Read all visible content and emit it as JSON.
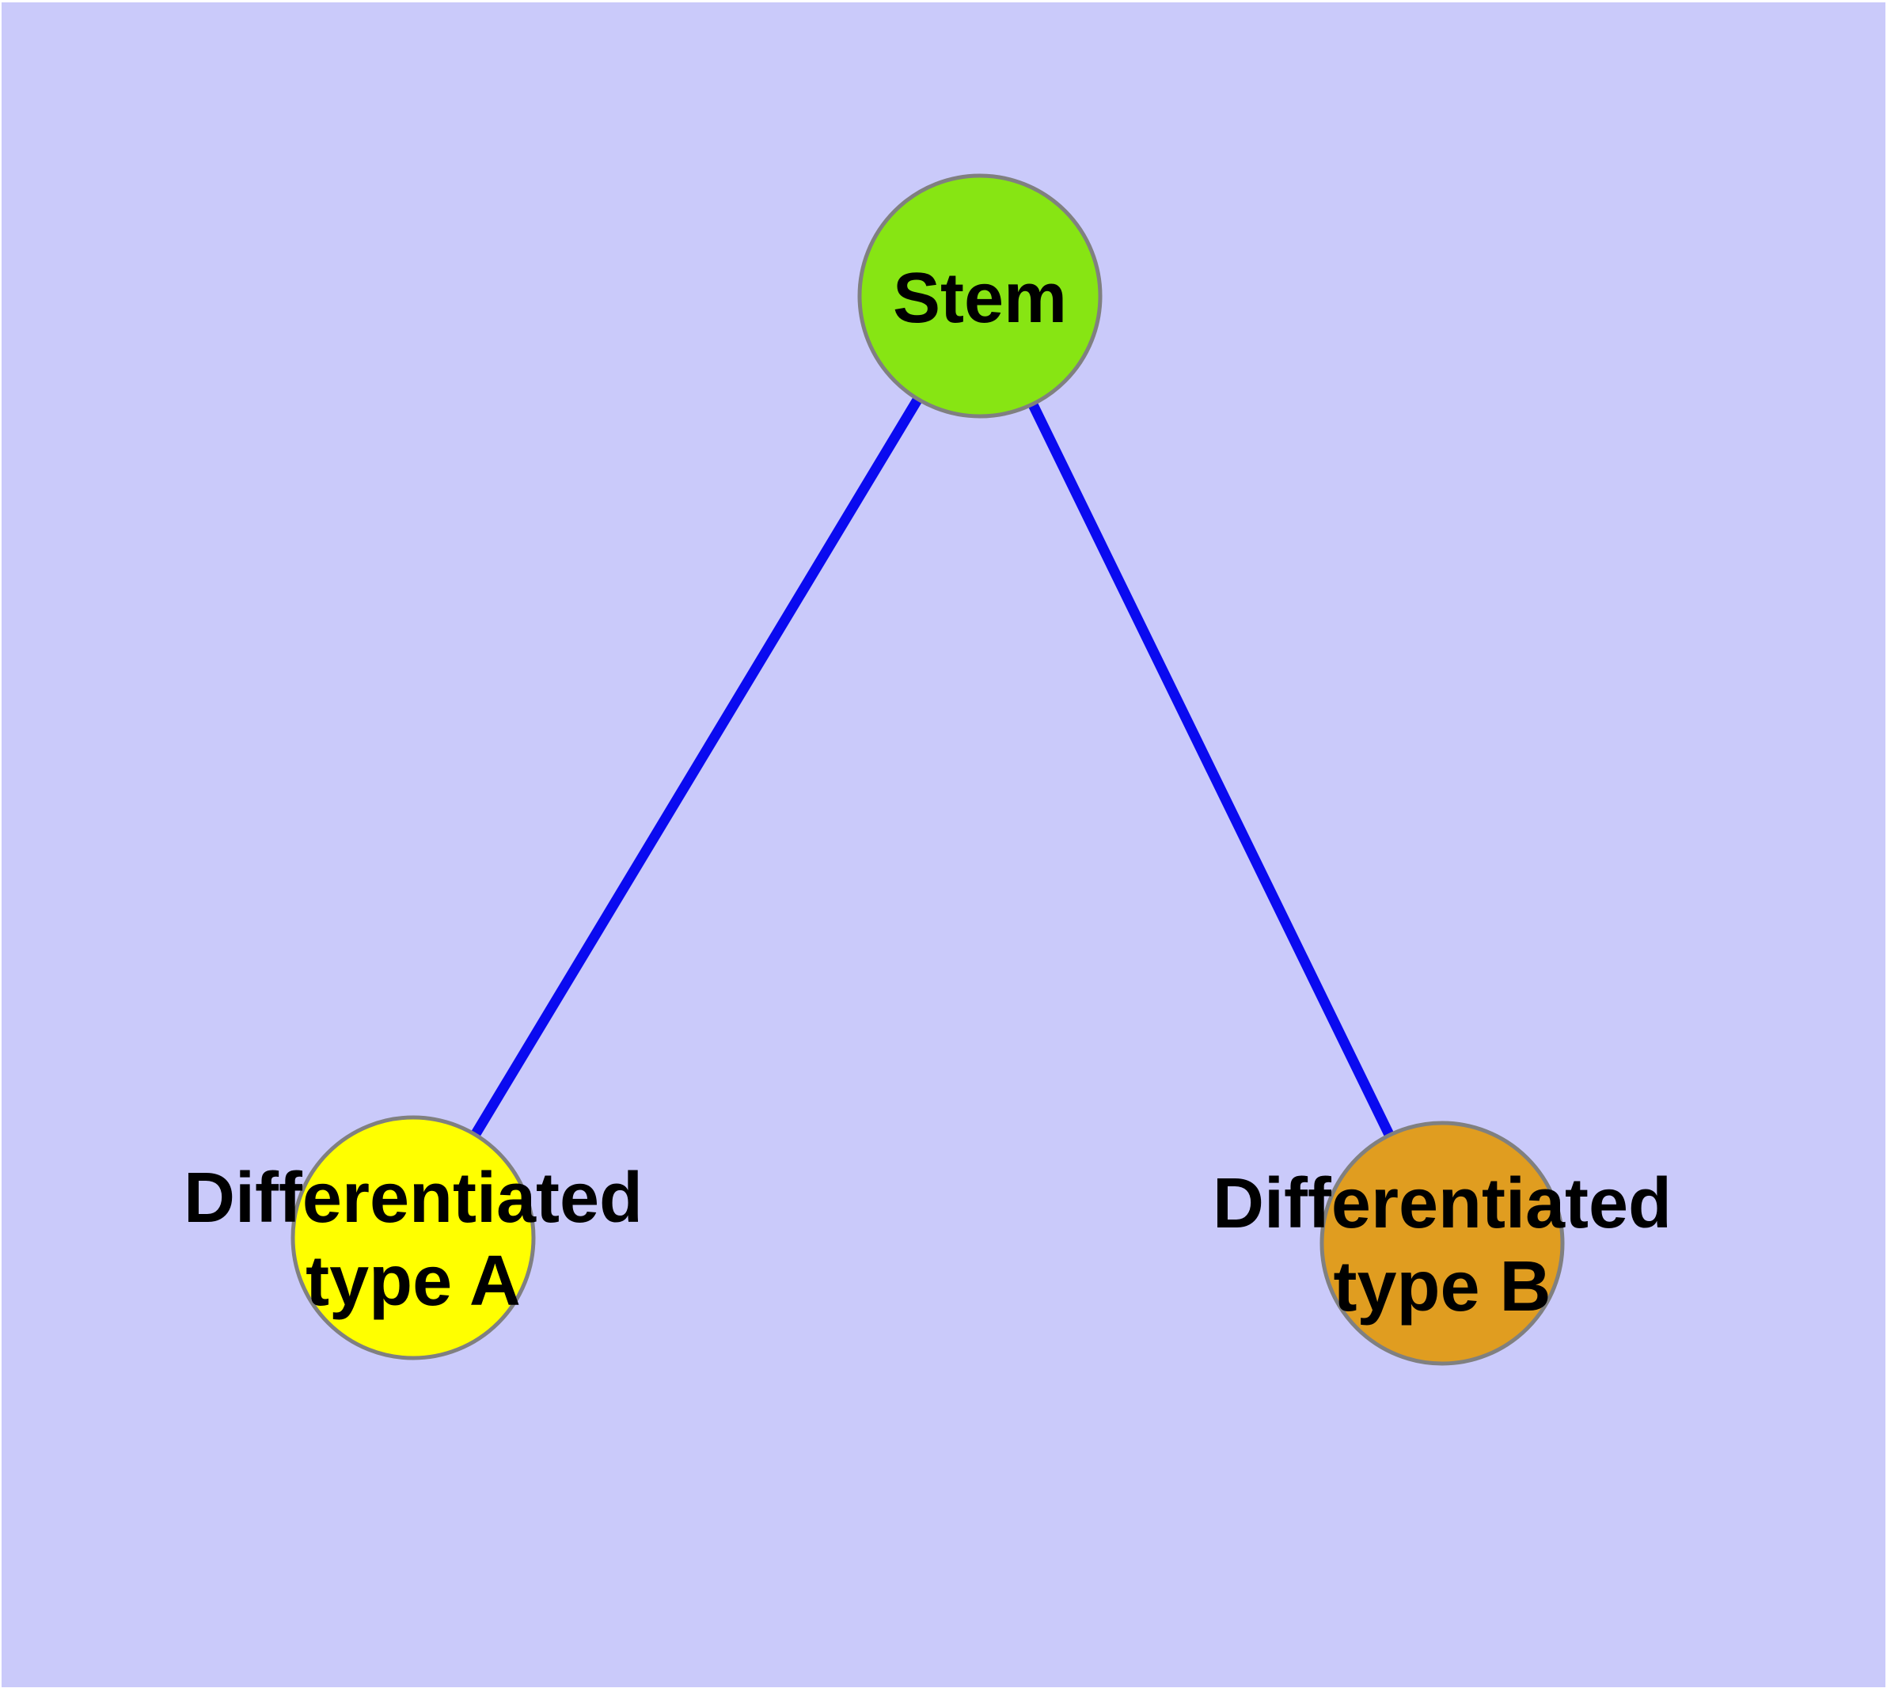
{
  "diagram": {
    "type": "graph",
    "description": "Cell differentiation graph: a stem cell node linked to two differentiated cell type nodes",
    "background_color": "#cacafa",
    "margin_color": "#ffffff",
    "edge_color": "#0a0af0",
    "node_border_color": "#808080",
    "label_color": "#000000",
    "nodes": [
      {
        "id": "stem",
        "label": "Stem",
        "lines": [
          "Stem"
        ],
        "fill": "#87e513"
      },
      {
        "id": "differentiated-type-a",
        "label": "Differentiated type A",
        "lines": [
          "Differentiated",
          "type A"
        ],
        "fill": "#ffff00"
      },
      {
        "id": "differentiated-type-b",
        "label": "Differentiated type B",
        "lines": [
          "Differentiated",
          "type B"
        ],
        "fill": "#e09d20"
      }
    ],
    "edges": [
      {
        "from": "Stem",
        "to": "Differentiated type A"
      },
      {
        "from": "Stem",
        "to": "Differentiated type B"
      }
    ]
  }
}
